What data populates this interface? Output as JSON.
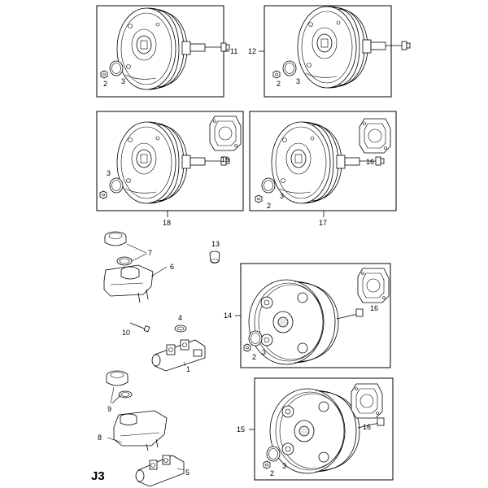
{
  "page_code": "J3",
  "colors": {
    "ink": "#000000",
    "paper": "#ffffff",
    "shade": "#e8e8e8"
  },
  "labels": {
    "p1": "11",
    "p1_2": "2",
    "p1_3": "3",
    "p2": "12",
    "p2_2": "2",
    "p2_3": "3",
    "p3": "18",
    "p3_3": "3",
    "p3_16": "16",
    "p4": "17",
    "p4_3": "3",
    "p4_2": "2",
    "p4_16": "16",
    "p5": "14",
    "p5_16": "16",
    "p5_2": "2",
    "p5_3": "3",
    "p6": "15",
    "p6_16": "16",
    "p6_2": "2",
    "p6_3": "3",
    "n7": "7",
    "n6": "6",
    "n13": "13",
    "n4": "4",
    "n10": "10",
    "n1": "1",
    "n9": "9",
    "n8": "8",
    "n5": "5"
  }
}
